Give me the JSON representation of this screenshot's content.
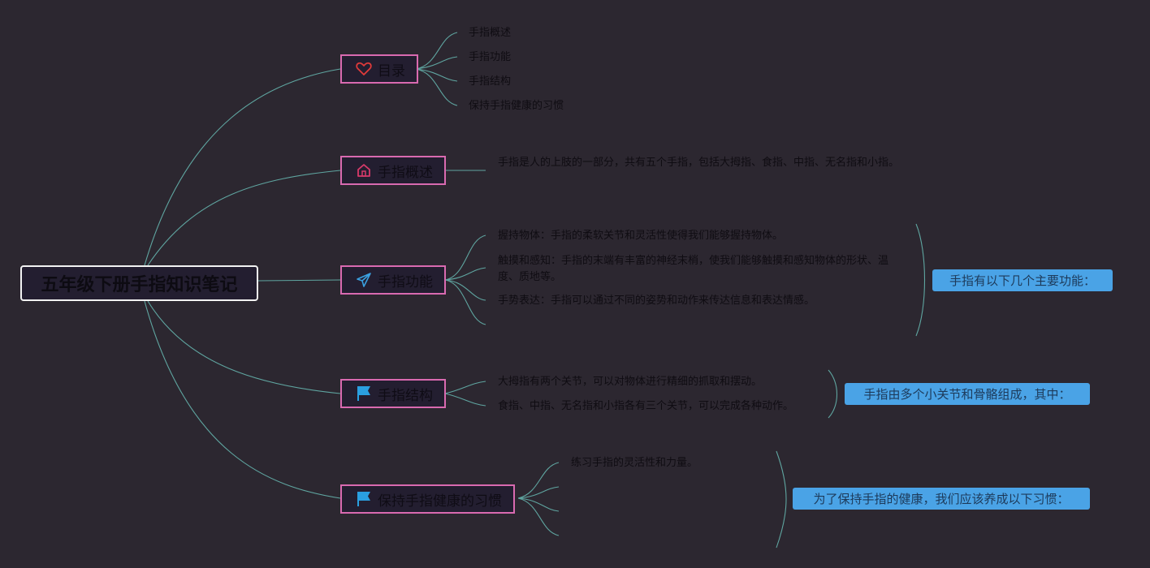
{
  "root": {
    "title": "五年级下册手指知识笔记"
  },
  "branches": [
    {
      "id": "toc",
      "label": "目录",
      "icon": "heart-icon"
    },
    {
      "id": "overview",
      "label": "手指概述",
      "icon": "home-icon"
    },
    {
      "id": "function",
      "label": "手指功能",
      "icon": "paper-plane-icon"
    },
    {
      "id": "structure",
      "label": "手指结构",
      "icon": "flag-icon"
    },
    {
      "id": "habits",
      "label": "保持手指健康的习惯",
      "icon": "flag-icon"
    }
  ],
  "toc_items": [
    "手指概述",
    "手指功能",
    "手指结构",
    "保持手指健康的习惯"
  ],
  "overview_text": "手指是人的上肢的一部分，共有五个手指，包括大拇指、食指、中指、无名指和小指。",
  "function_items": [
    "握持物体：手指的柔软关节和灵活性使得我们能够握持物体。",
    "触摸和感知：手指的末端有丰富的神经末梢，使我们能够触摸和感知物体的形状、温度、质地等。",
    "手势表达：手指可以通过不同的姿势和动作来传达信息和表达情感。"
  ],
  "function_summary": "手指有以下几个主要功能：",
  "structure_items": [
    "大拇指有两个关节，可以对物体进行精细的抓取和摆动。",
    "食指、中指、无名指和小指各有三个关节，可以完成各种动作。"
  ],
  "structure_summary": "手指由多个小关节和骨骼组成，其中：",
  "habits_items": [
    "练习手指的灵活性和力量。"
  ],
  "habits_summary": "为了保持手指的健康，我们应该养成以下习惯：",
  "colors": {
    "background": "#2c2730",
    "link": "#5fa5a0",
    "branch_border": "#d96ab0",
    "summary_fill": "#4aa3e6",
    "heart": "#e03a3a",
    "home": "#d83a6a",
    "plane": "#3aa0e0",
    "flag": "#2a9fe0"
  }
}
